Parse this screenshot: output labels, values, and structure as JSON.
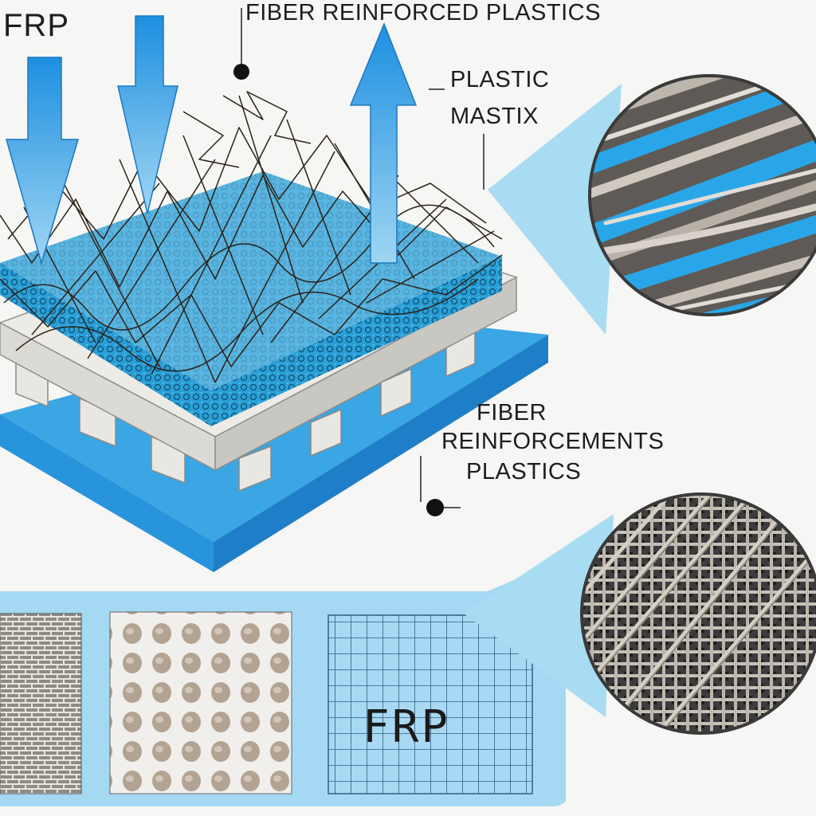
{
  "labels": {
    "frp_corner": "FRP",
    "title": "FIBER REINFORCED PLASTICS",
    "plastic": "PLASTIC",
    "mastix": "MASTIX",
    "fiber": "FIBER",
    "reinforcements": "REINFORCEMENTS",
    "plastics": "PLASTICS",
    "frp_panel": "FRP"
  },
  "colors": {
    "accent_blue": "#2f9ee0",
    "light_blue": "#9fd6f2",
    "fiber_gray": "#a9a39a",
    "background": "#f6f6f4"
  },
  "icons": [
    "arrow-down-icon",
    "arrow-down-icon",
    "arrow-up-icon",
    "pointer-dot-icon"
  ]
}
